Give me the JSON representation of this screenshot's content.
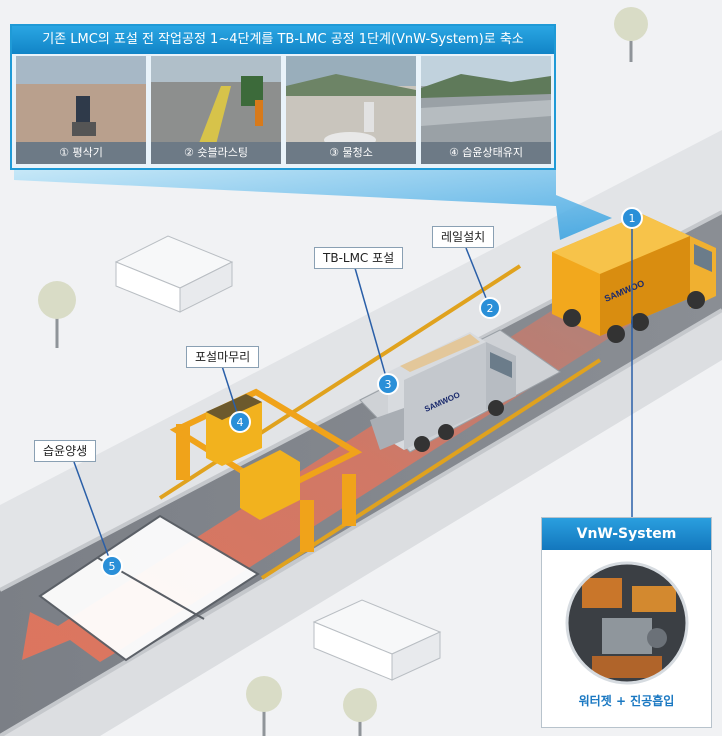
{
  "banner": {
    "title": "기존 LMC의 포설 전 작업공정 1~4단계를 TB-LMC 공정 1단계(VnW-System)로 축소",
    "steps": [
      "① 평삭기",
      "② 숏블라스팅",
      "③ 물청소",
      "④ 습윤상태유지"
    ]
  },
  "labels": {
    "rail": "레일설치",
    "paving": "TB-LMC 포설",
    "finishing": "포설마무리",
    "curing": "습윤양생"
  },
  "markers": [
    "1",
    "2",
    "3",
    "4",
    "5"
  ],
  "truck_brand": "SAMWOO",
  "vnw": {
    "title": "VnW-System",
    "caption": "워터젯 + 진공흡입"
  },
  "colors": {
    "accent_blue": "#1f9ad6",
    "truck_yellow": "#f2a81d",
    "lane_red": "#e8745a"
  }
}
